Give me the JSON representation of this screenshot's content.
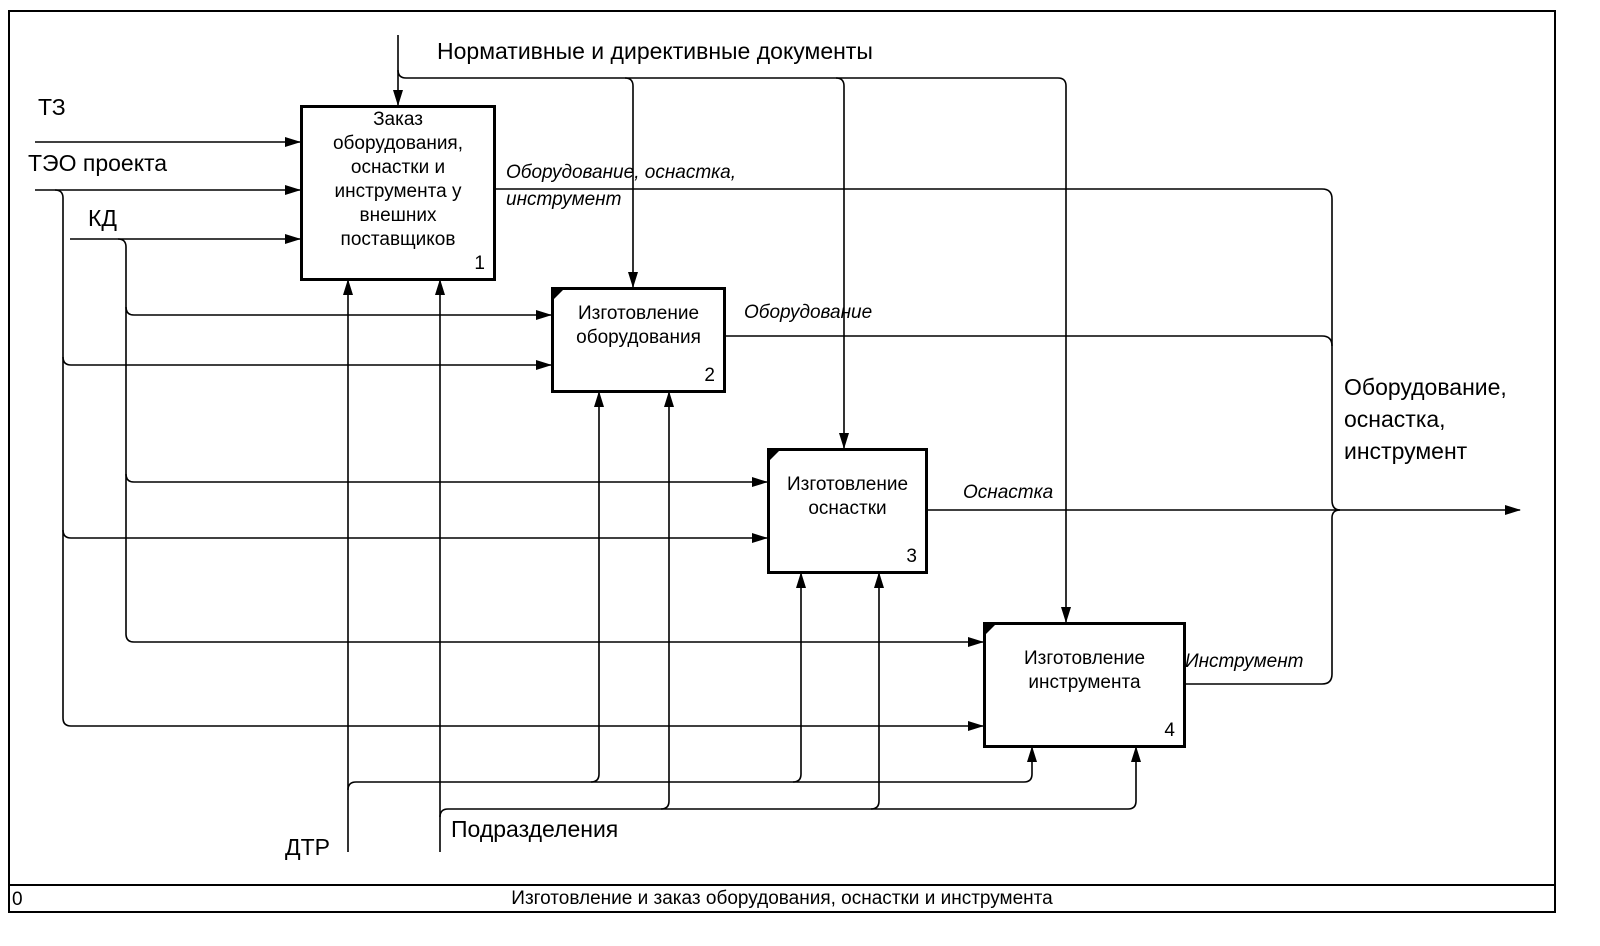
{
  "footer": {
    "node": "0",
    "title": "Изготовление и заказ оборудования, оснастки и инструмента"
  },
  "boxes": [
    {
      "lines": [
        "Заказ",
        "оборудования,",
        "оснастки и",
        "инструмента у",
        "внешних",
        "поставщиков"
      ],
      "number": "1"
    },
    {
      "lines": [
        "Изготовление",
        "оборудования"
      ],
      "number": "2"
    },
    {
      "lines": [
        "Изготовление",
        "оснастки"
      ],
      "number": "3"
    },
    {
      "lines": [
        "Изготовление",
        "инструмента"
      ],
      "number": "4"
    }
  ],
  "inputs": {
    "tz": "ТЗ",
    "teo": "ТЭО проекта",
    "kd": "КД"
  },
  "controls": {
    "normative": "Нормативные и директивные документы"
  },
  "mechanisms": {
    "dtr": "ДТР",
    "departments": "Подразделения"
  },
  "internal_arrows": {
    "equip_tools_line1": "Оборудование, оснастка,",
    "equip_tools_line2": "инструмент",
    "equipment": "Оборудование",
    "tooling": "Оснастка",
    "instrument": "Инструмент"
  },
  "output": {
    "lines": [
      "Оборудование,",
      "оснастка,",
      "инструмент"
    ]
  }
}
